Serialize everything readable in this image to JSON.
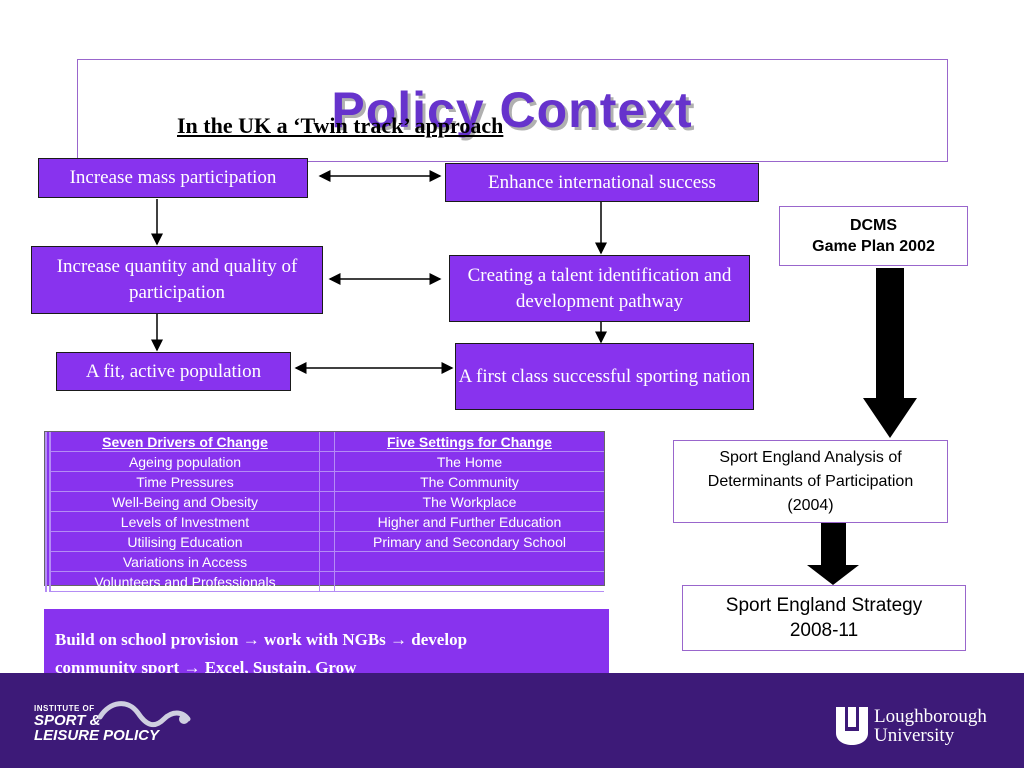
{
  "title": "Policy Context",
  "subtitle": "In the UK a ‘Twin track’ approach",
  "flow": {
    "left": [
      "Increase mass participation",
      "Increase quantity and quality of participation",
      "A fit, active population"
    ],
    "right": [
      "Enhance international success",
      "Creating a talent identification and development pathway",
      "A first class successful sporting nation"
    ]
  },
  "dcms": {
    "line1": "DCMS",
    "line2": "Game Plan 2002"
  },
  "analysis": "Sport England Analysis of Determinants of Participation (2004)",
  "strategy": "Sport England Strategy 2008-11",
  "table": {
    "headers": [
      "Seven Drivers of Change",
      "Five Settings for Change"
    ],
    "rows": [
      [
        "Ageing population",
        "The Home"
      ],
      [
        "Time Pressures",
        "The Community"
      ],
      [
        "Well-Being and Obesity",
        "The Workplace"
      ],
      [
        "Levels of Investment",
        "Higher and Further Education"
      ],
      [
        "Utilising Education",
        "Primary and Secondary School"
      ],
      [
        "Variations in Access",
        ""
      ],
      [
        "Volunteers and Professionals",
        ""
      ]
    ]
  },
  "build": {
    "line1": "Build  on school provision → work with NGBs → develop",
    "line2": "community sport → Excel, Sustain, Grow"
  },
  "footer": {
    "left_logo": {
      "line1": "INSTITUTE OF",
      "line2": "SPORT &",
      "line3": "LEISURE POLICY"
    },
    "right_logo": {
      "line1": "Loughborough",
      "line2": "University"
    }
  },
  "colors": {
    "purple": "#8833ee",
    "title": "#6633cc",
    "footer": "#3d1a78"
  }
}
